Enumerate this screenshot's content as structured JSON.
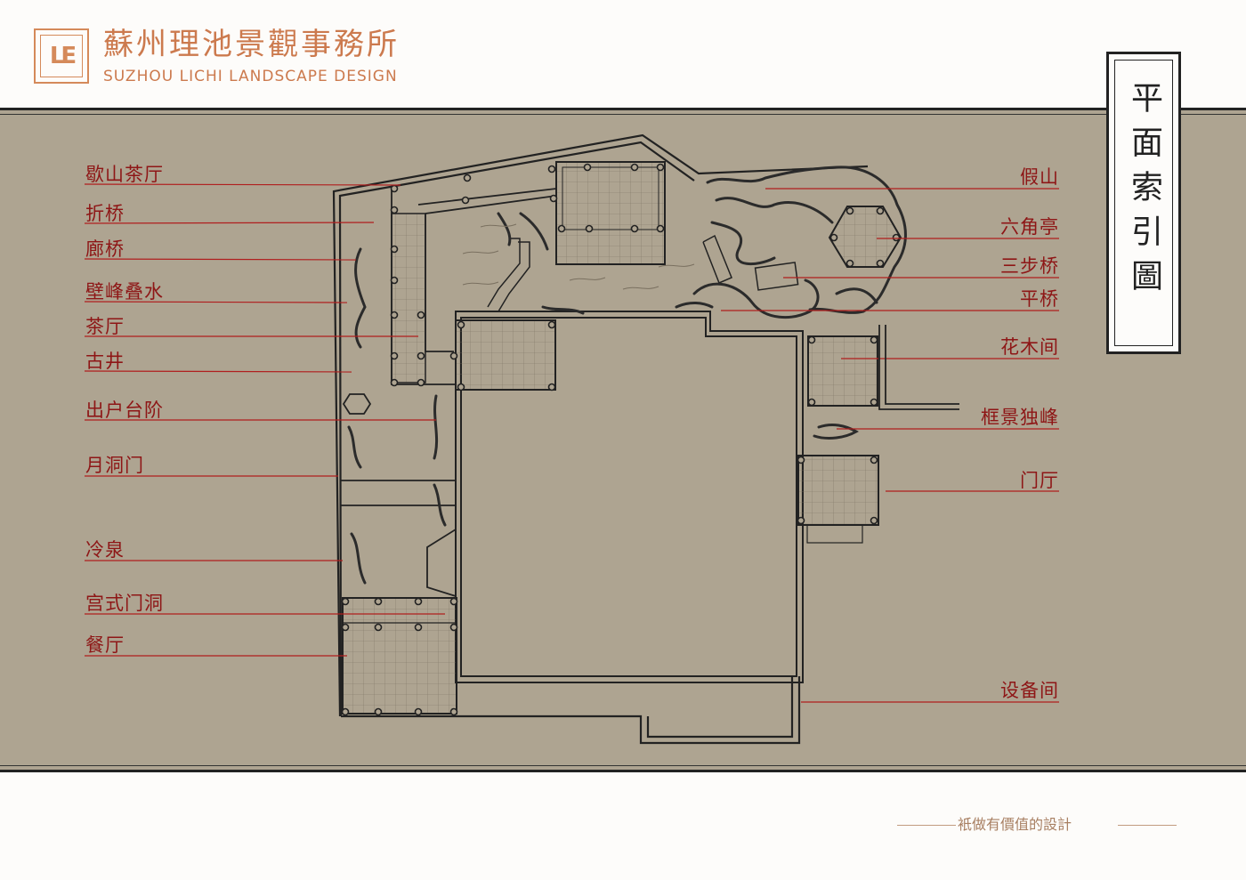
{
  "header": {
    "logo_text": "LE",
    "firm_name_cn": "蘇州理池景觀事務所",
    "firm_name_en": "SUZHOU LICHI LANDSCAPE DESIGN"
  },
  "title_panel": {
    "title": "平面索引圖"
  },
  "labels_left": [
    "歇山茶厅",
    "折桥",
    "廊桥",
    "壁峰叠水",
    "茶厅",
    "古井",
    "出户台阶",
    "月洞门",
    "冷泉",
    "宫式门洞",
    "餐厅"
  ],
  "labels_right": [
    "假山",
    "六角亭",
    "三步桥",
    "平桥",
    "花木间",
    "框景独峰",
    "门厅",
    "设备间"
  ],
  "footer": {
    "slogan": "衹做有價值的設計"
  },
  "colors": {
    "paper": "#aea491",
    "label": "#8e1616",
    "leader": "#b01e1e",
    "ink": "#222222",
    "brand": "#cc7a4e"
  }
}
